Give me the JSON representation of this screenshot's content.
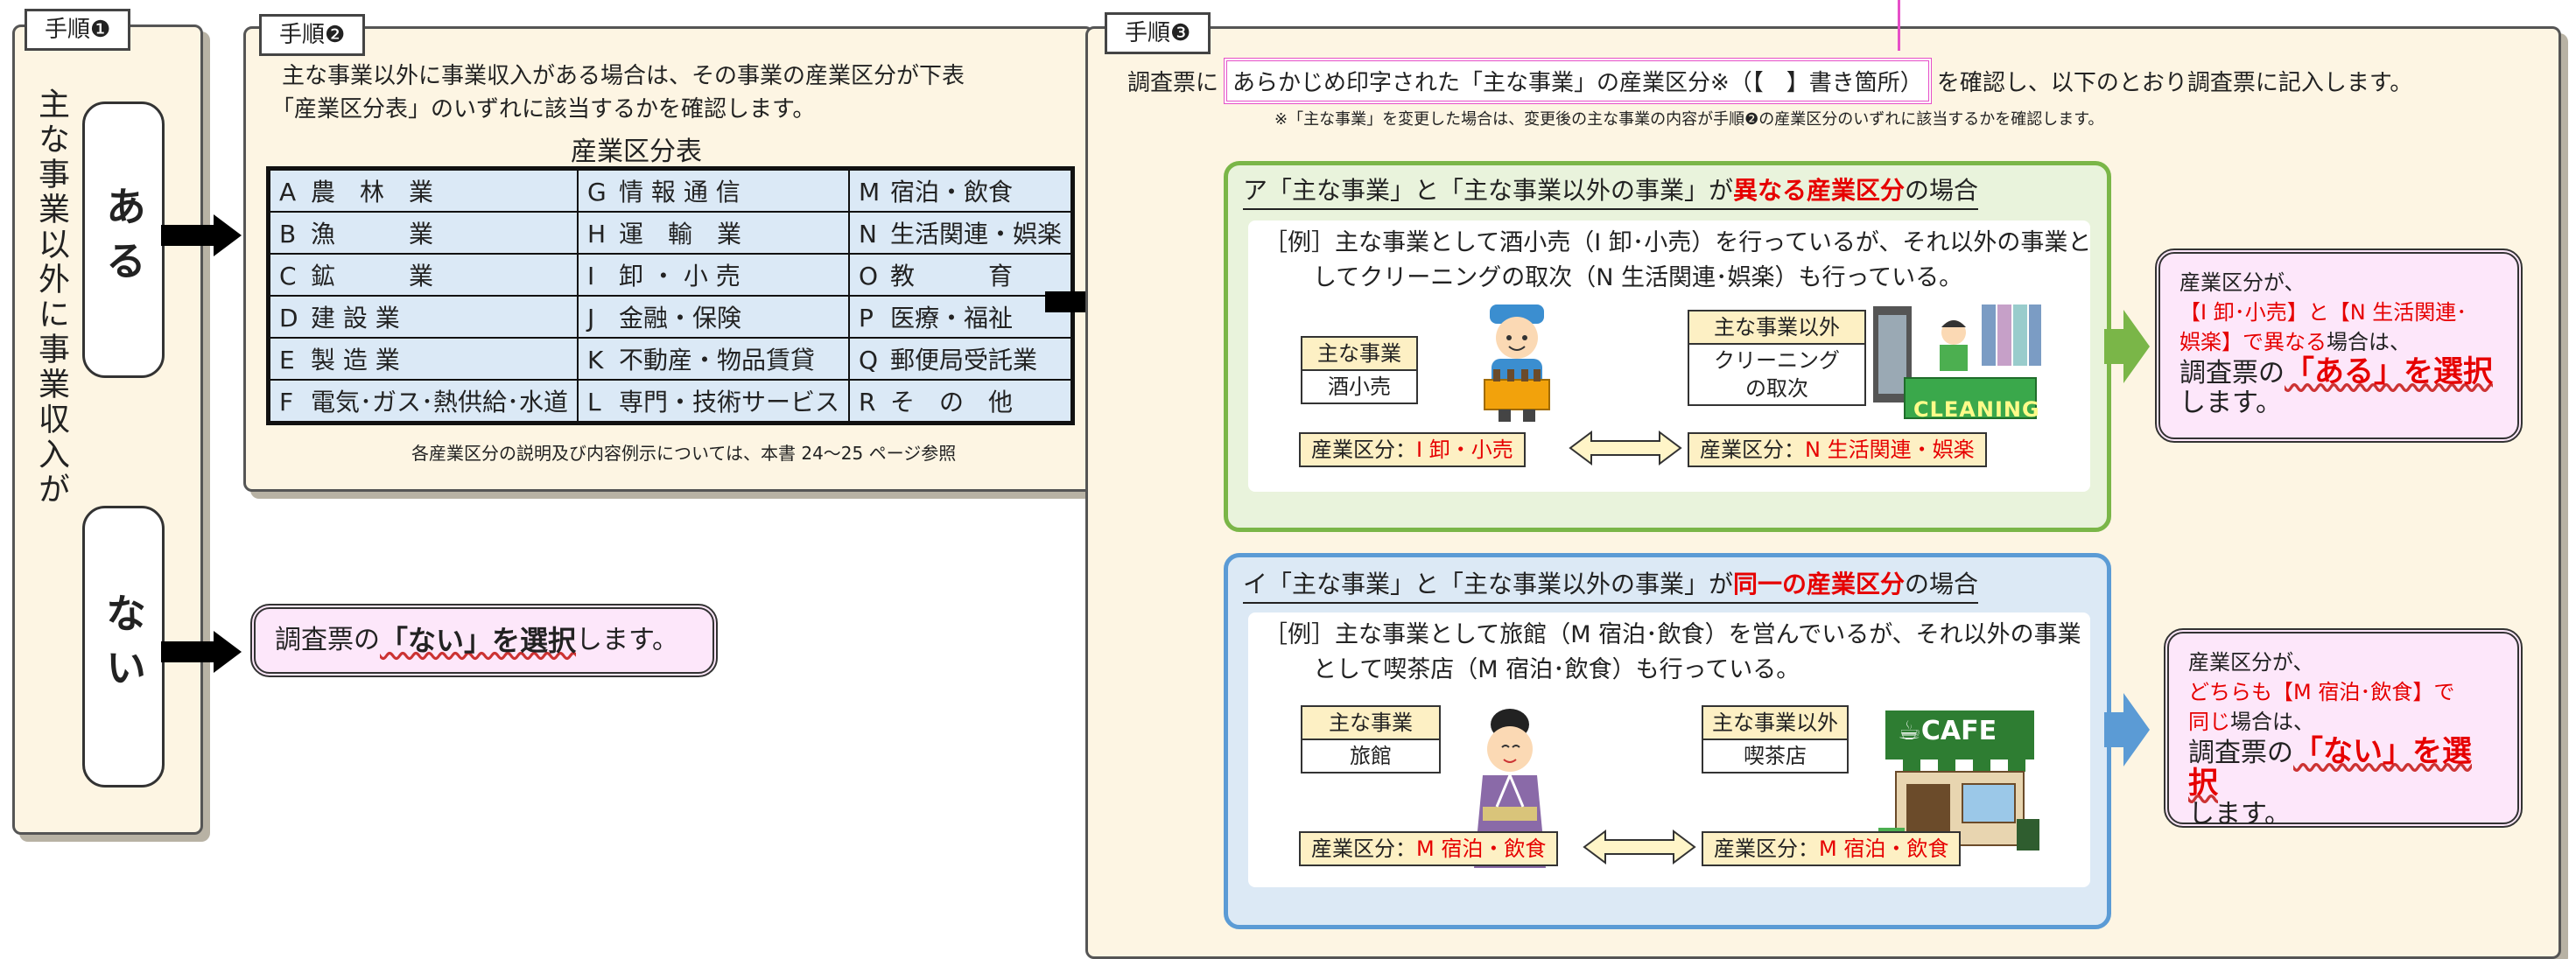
{
  "step1": {
    "tab": "手順❶",
    "vertical_text": "主な事業以外に事業収入が",
    "yes": "ある",
    "no": "ない"
  },
  "step2": {
    "tab": "手順❷",
    "intro_line1": "主な事業以外に事業収入がある場合は、その事業の産業区分が下表",
    "intro_line2": "「産業区分表」のいずれに該当するかを確認します。",
    "table_title": "産業区分表",
    "table_rows": [
      [
        {
          "code": "A",
          "name": "農　林　業"
        },
        {
          "code": "G",
          "name": "情 報 通 信"
        },
        {
          "code": "M",
          "name": "宿泊・飲食"
        }
      ],
      [
        {
          "code": "B",
          "name": "漁　　　業"
        },
        {
          "code": "H",
          "name": "運　輸　業"
        },
        {
          "code": "N",
          "name": "生活関連・娯楽"
        }
      ],
      [
        {
          "code": "C",
          "name": "鉱　　　業"
        },
        {
          "code": "I",
          "name": "卸 ・ 小 売"
        },
        {
          "code": "O",
          "name": "教　　　育"
        }
      ],
      [
        {
          "code": "D",
          "name": "建 設 業"
        },
        {
          "code": "J",
          "name": "金融・保険"
        },
        {
          "code": "P",
          "name": "医療・福祉"
        }
      ],
      [
        {
          "code": "E",
          "name": "製 造 業"
        },
        {
          "code": "K",
          "name": "不動産・物品賃貸"
        },
        {
          "code": "Q",
          "name": "郵便局受託業"
        }
      ],
      [
        {
          "code": "F",
          "name": "電気･ガス･熱供給･水道"
        },
        {
          "code": "L",
          "name": "専門・技術サービス"
        },
        {
          "code": "R",
          "name": "そ　の　他"
        }
      ]
    ],
    "table_note": "各産業区分の説明及び内容例示については、本書 24～25 ページ参照"
  },
  "no_result": {
    "pre": "調査票の",
    "emph": "「ない」を選択",
    "post": "します。"
  },
  "step3": {
    "tab": "手順❸",
    "intro_pre": "調査票に",
    "intro_highlight": "あらかじめ印字された「主な事業」の産業区分※（【　】書き箇所）",
    "intro_post": "を確認し、以下のとおり調査票に記入します。",
    "note": "※「主な事業」を変更した場合は、変更後の主な事業の内容が手順❷の産業区分のいずれに該当するかを確認します。",
    "case_a": {
      "title_pre": "ア「主な事業」と「主な事業以外の事業」が",
      "title_emph": "異なる産業区分",
      "title_post": "の場合",
      "example_line1": "［例］主な事業として酒小売（I 卸･小売）を行っているが、それ以外の事業と",
      "example_line2": "してクリーニングの取次（N 生活関連･娯楽）も行っている。",
      "main_head": "主な事業",
      "main_val": "酒小売",
      "other_head": "主な事業以外",
      "other_val_1": "クリーニング",
      "other_val_2": "の取次",
      "cat_left_pre": "産業区分：",
      "cat_left_val": "I 卸・小売",
      "cat_right_pre": "産業区分：",
      "cat_right_val": "N 生活関連・娯楽",
      "sign_text": "CLEANING",
      "result_line1": "産業区分が、",
      "result_red1": "【I 卸･小売】と【N 生活関連･",
      "result_red2": "娯楽】で異なる",
      "result_line3": "場合は、",
      "result_pre": "調査票の",
      "result_emph": "「ある」を選択",
      "result_post": "します。"
    },
    "case_b": {
      "title_pre": "イ「主な事業」と「主な事業以外の事業」が",
      "title_emph": "同一の産業区分",
      "title_post": "の場合",
      "example_line1": "［例］主な事業として旅館（M 宿泊･飲食）を営んでいるが、それ以外の事業",
      "example_line2": "として喫茶店（M 宿泊･飲食）も行っている。",
      "main_head": "主な事業",
      "main_val": "旅館",
      "other_head": "主な事業以外",
      "other_val": "喫茶店",
      "cat_left_pre": "産業区分：",
      "cat_left_val": "M 宿泊・飲食",
      "cat_right_pre": "産業区分：",
      "cat_right_val": "M 宿泊・飲食",
      "sign_text": "☕CAFE",
      "result_line1": "産業区分が、",
      "result_red1": "どちらも【M 宿泊･飲食】で",
      "result_red2": "同じ",
      "result_line3": "場合は、",
      "result_pre": "調査票の",
      "result_emph": "「ない」を選択",
      "result_post": "します。"
    }
  },
  "colors": {
    "panel_bg": "#fdf5e3",
    "case_a_border": "#7ab648",
    "case_a_bg": "#e9f3dc",
    "case_b_border": "#5b9bd5",
    "case_b_bg": "#dce9f5",
    "result_bg": "#fde7fa",
    "highlight_border": "#e64fc8",
    "red": "#e60000"
  }
}
